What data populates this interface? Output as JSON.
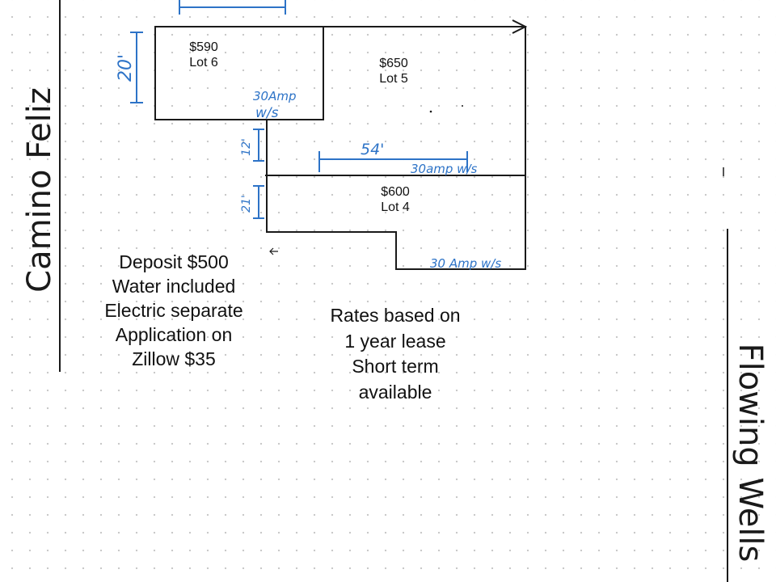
{
  "colors": {
    "ink": "#1a1a1a",
    "pen_blue": "#2d73c7",
    "dot_grid": "#c9c9c9"
  },
  "streets": {
    "left": "Camino Feliz",
    "right": "Flowing Wells"
  },
  "lots": [
    {
      "id": "lot6",
      "price": "$590",
      "name": "Lot 6"
    },
    {
      "id": "lot5",
      "price": "$650",
      "name": "Lot 5"
    },
    {
      "id": "lot4",
      "price": "$600",
      "name": "Lot 4"
    }
  ],
  "annotations": {
    "width_lot6": "20'",
    "amp_lot6": "30Amp",
    "ws_lot6": "w/s",
    "gap_upper": "12'",
    "length_lot5": "54'",
    "amp_lot5": "30amp w/s",
    "gap_lower": "21'",
    "amp_lot4": "30 Amp w/s"
  },
  "notes": {
    "left": [
      "Deposit $500",
      "Water included",
      "Electric separate",
      "Application on",
      "Zillow $35"
    ],
    "center": [
      "Rates based on",
      "1 year lease",
      "Short term",
      "available"
    ]
  }
}
